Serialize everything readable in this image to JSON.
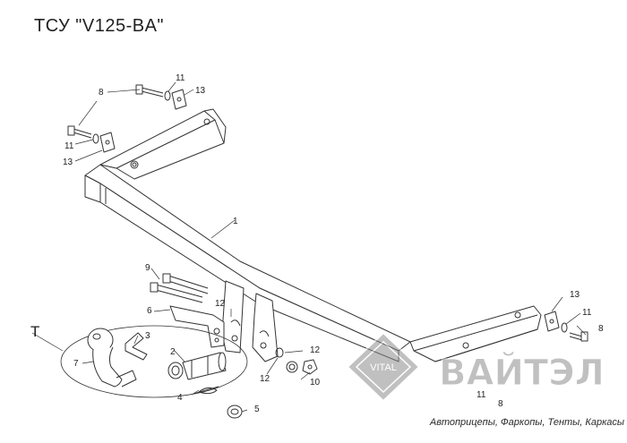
{
  "title": "ТСУ  \"V125-BA\"",
  "kit_marker": "T",
  "part_numbers": {
    "p1": "1",
    "p2": "2",
    "p3": "3",
    "p4": "4",
    "p5": "5",
    "p6": "6",
    "p7": "7",
    "p8a": "8",
    "p8b": "8",
    "p8c": "8",
    "p9": "9",
    "p10": "10",
    "p11a": "11",
    "p11b": "11",
    "p11c": "11",
    "p11d": "11",
    "p12a": "12",
    "p12b": "12",
    "p12c": "12",
    "p13a": "13",
    "p13b": "13",
    "p13c": "13"
  },
  "watermark": {
    "emblem_text": "VITAL",
    "brand_name": "ВАЙТЭЛ",
    "tagline": "Автоприцепы, Фаркопы, Тенты, Каркасы"
  },
  "colors": {
    "line": "#333333",
    "watermark": "#9a9a9a"
  }
}
